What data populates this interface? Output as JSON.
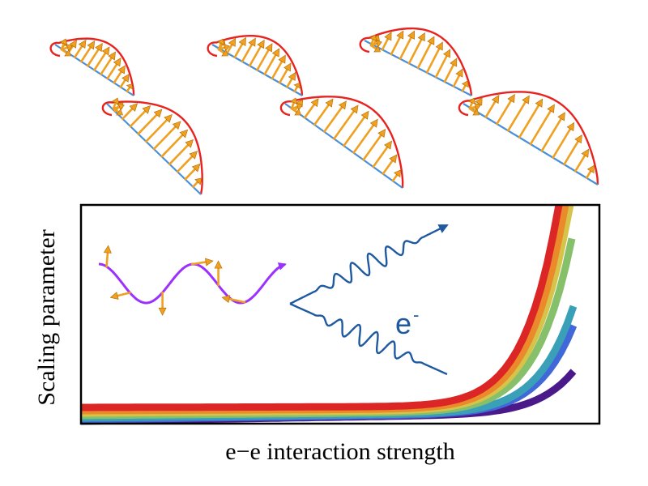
{
  "axes": {
    "ylabel": "Scaling parameter",
    "xlabel": "e−e interaction strength"
  },
  "electron_label": {
    "base": "e",
    "superscript": "-"
  },
  "colors": {
    "helix_envelope": "#e8231f",
    "helix_axis": "#4a90d9",
    "spin_arrow": "#f0a020",
    "spin_arrow_edge": "#b06a00",
    "spin_wave": "#9b30ff",
    "photon_wave": "#1f5aa0",
    "frame": "#000000",
    "curve_palette": [
      "#4b1a8a",
      "#4168d8",
      "#3aa0b8",
      "#86c06a",
      "#d6c34a",
      "#eb8a2a",
      "#dc2626"
    ]
  },
  "icons": {
    "spin_helix": "spin-helix-icon",
    "spin_wave": "spin-wave-icon",
    "photon_scatter": "photon-scatter-icon"
  }
}
